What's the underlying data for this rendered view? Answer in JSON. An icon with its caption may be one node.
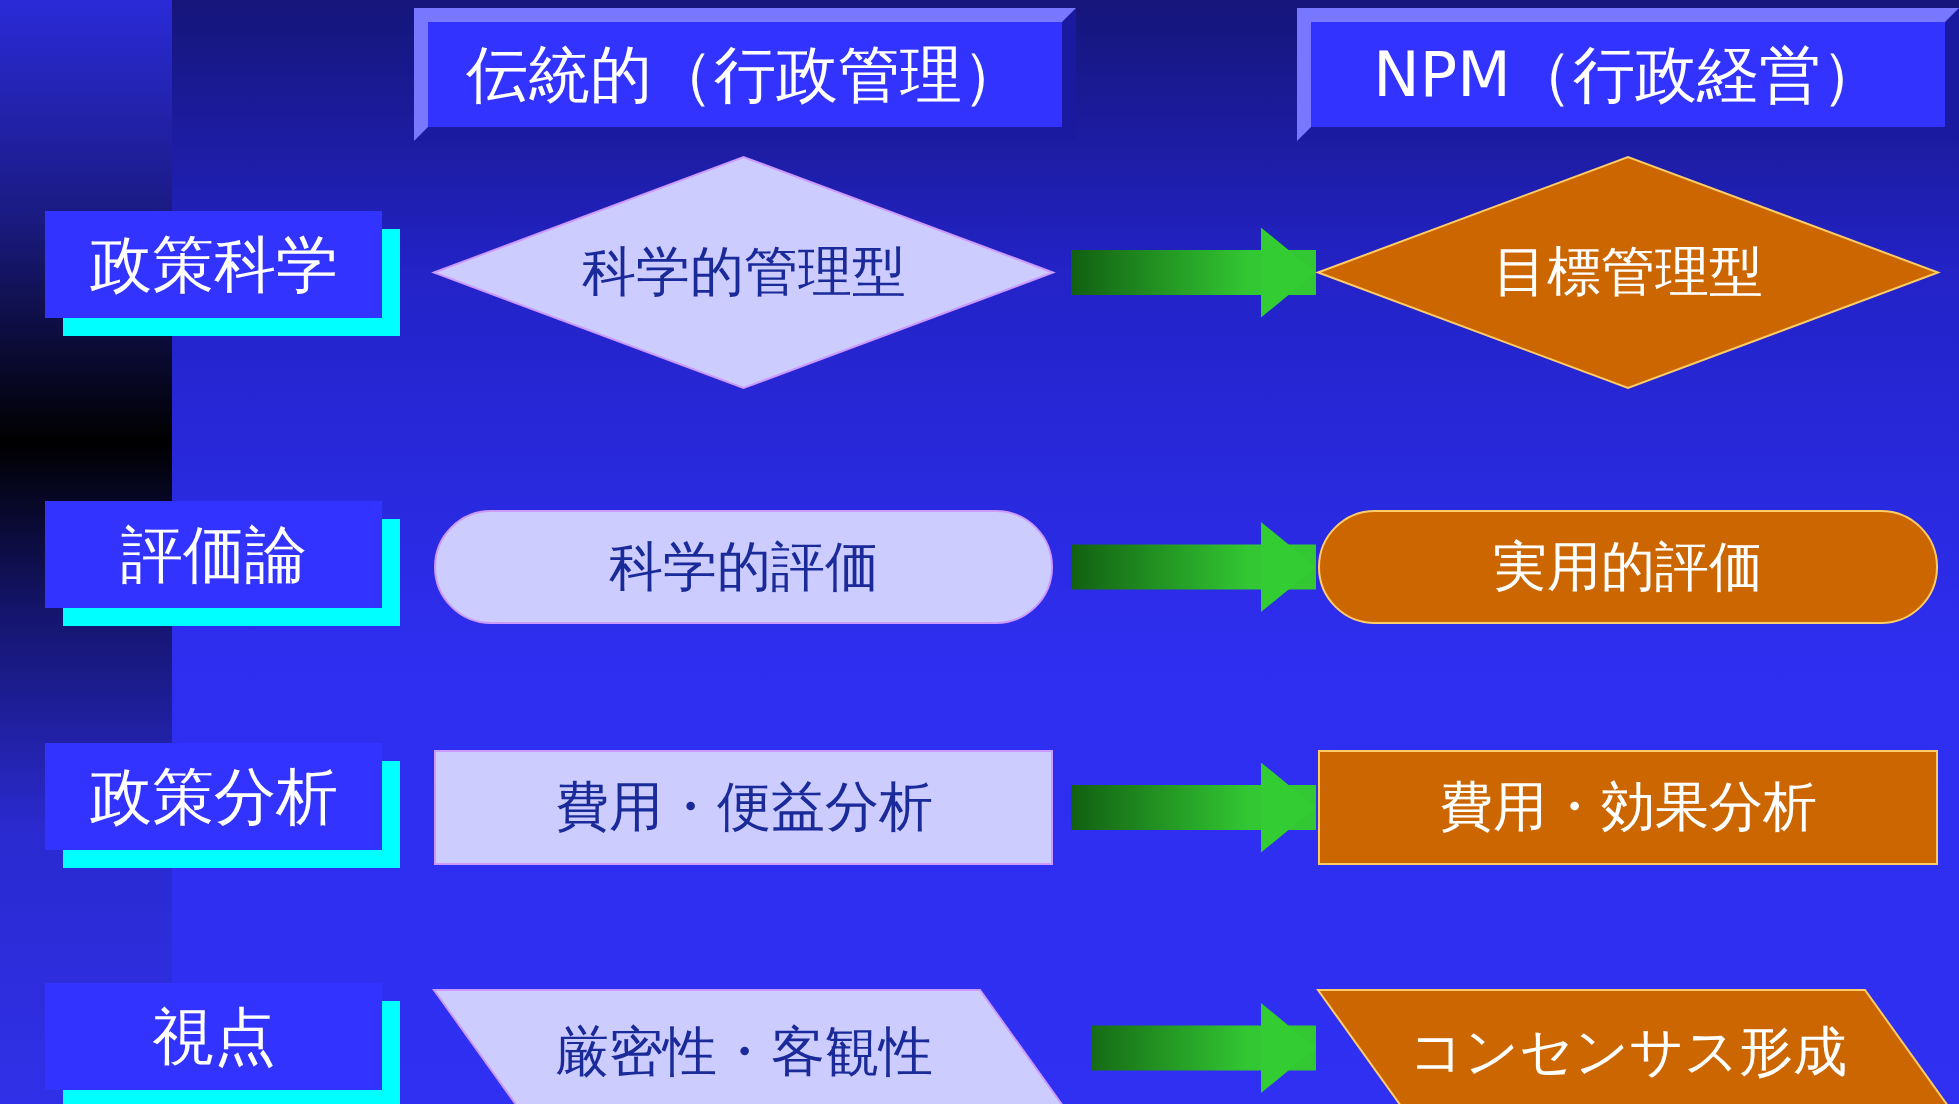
{
  "diagram": {
    "nodes": [
      {
        "text": [
          "伝統的（行政管理）"
        ]
      },
      {
        "text": [
          "NPM（行政経営）"
        ]
      },
      {
        "text": [
          "政策科学"
        ]
      },
      {
        "text": [
          "評価論"
        ]
      },
      {
        "text": [
          "政策分析"
        ]
      },
      {
        "text": [
          "視点"
        ]
      },
      {
        "text": [
          "科学的管理型"
        ]
      },
      {
        "text": [
          "目標管理型"
        ]
      },
      {
        "text": [
          "科学的評価"
        ]
      },
      {
        "text": [
          "実用的評価"
        ]
      },
      {
        "text": [
          "費用・便益分析"
        ]
      },
      {
        "text": [
          "費用・効果分析"
        ]
      },
      {
        "text": [
          "厳密性・客観性"
        ]
      },
      {
        "text": [
          "コンセンサス形成"
        ]
      }
    ],
    "edges": [
      {
        "from": 6,
        "to": 7,
        "arrow": "to",
        "style": "thick"
      },
      {
        "from": 8,
        "to": 9,
        "arrow": "to",
        "style": "thick"
      },
      {
        "from": 10,
        "to": 11,
        "arrow": "to",
        "style": "thick"
      },
      {
        "from": 12,
        "to": 13,
        "arrow": "to",
        "style": "thick"
      }
    ]
  }
}
